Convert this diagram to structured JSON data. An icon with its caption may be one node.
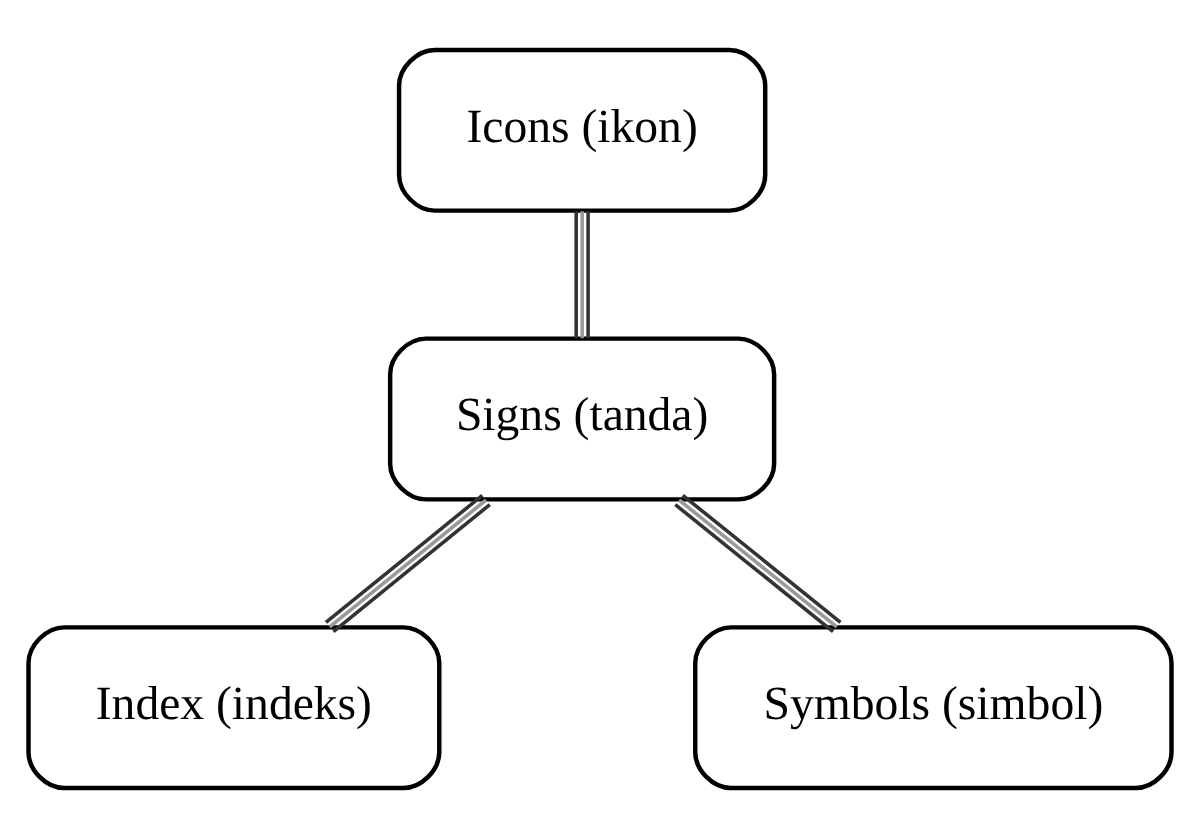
{
  "diagram": {
    "nodes": [
      {
        "text": [
          "Icons (ikon)"
        ]
      },
      {
        "text": [
          "Signs (tanda)"
        ]
      },
      {
        "text": [
          "Index (indeks)"
        ]
      },
      {
        "text": [
          "Symbols (simbol)"
        ]
      }
    ],
    "edges": [
      {
        "from": 0,
        "to": 1,
        "arrow": "none"
      },
      {
        "from": 1,
        "to": 2,
        "arrow": "none"
      },
      {
        "from": 1,
        "to": 3,
        "arrow": "none"
      }
    ]
  }
}
